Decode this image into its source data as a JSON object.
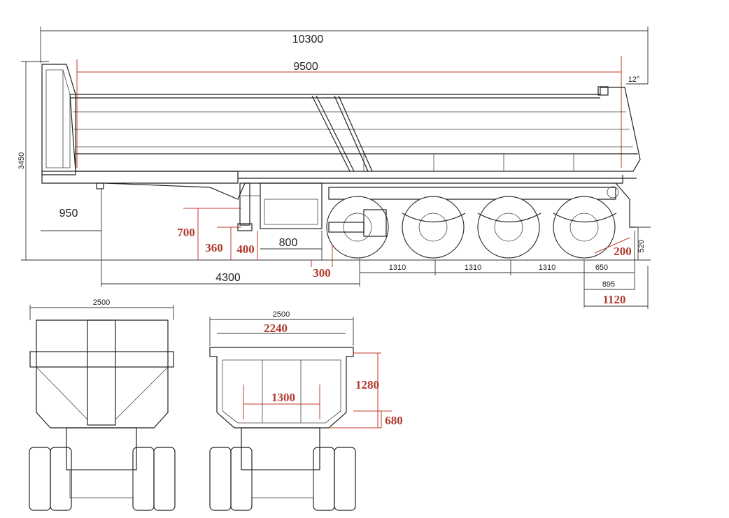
{
  "colors": {
    "line": "#222222",
    "dimension_red": "#b03a2e",
    "background": "#ffffff"
  },
  "side_view": {
    "overall_length": "10300",
    "body_length": "9500",
    "overall_height": "3450",
    "front_overhang": "950",
    "kingpin_to_axle": "4300",
    "axle_spacing_1": "1310",
    "axle_spacing_2": "1310",
    "axle_spacing_3": "1310",
    "rear_overhang_axle": "650",
    "rear_overhang_frame": "895",
    "rear_overhang_total": "1120",
    "tail_angle": "12°",
    "rear_bumper_height": "520",
    "bumper_offset": "200",
    "landing_gear_height": "700",
    "landing_gear_offset": "360",
    "landing_gear_width": "400",
    "toolbox_length": "800",
    "spare_clearance": "300"
  },
  "front_view": {
    "overall_width": "2500"
  },
  "rear_view": {
    "overall_width": "2500",
    "body_inner_width": "2240",
    "floor_width": "1300",
    "body_height": "1280",
    "floor_height": "680"
  }
}
